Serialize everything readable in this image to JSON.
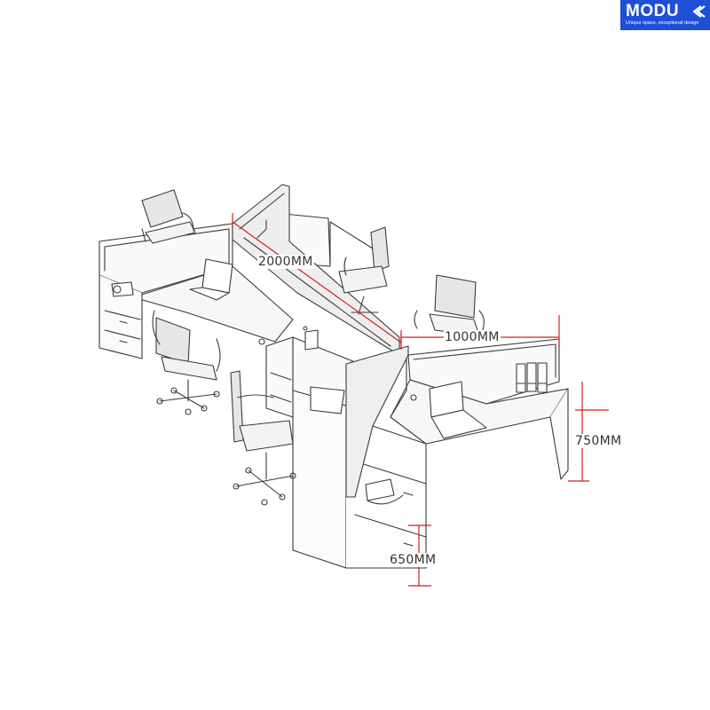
{
  "logo": {
    "text": "MODU",
    "tagline": "Unique space, exceptional design",
    "background": "#1e4fd6"
  },
  "dimensions": {
    "overall_length": "2000MM",
    "wing_length": "1000MM",
    "desk_height": "750MM",
    "desk_depth": "650MM"
  },
  "colors": {
    "dimension_line": "#d21f1f",
    "sketch_line": "#3a3a3a"
  }
}
